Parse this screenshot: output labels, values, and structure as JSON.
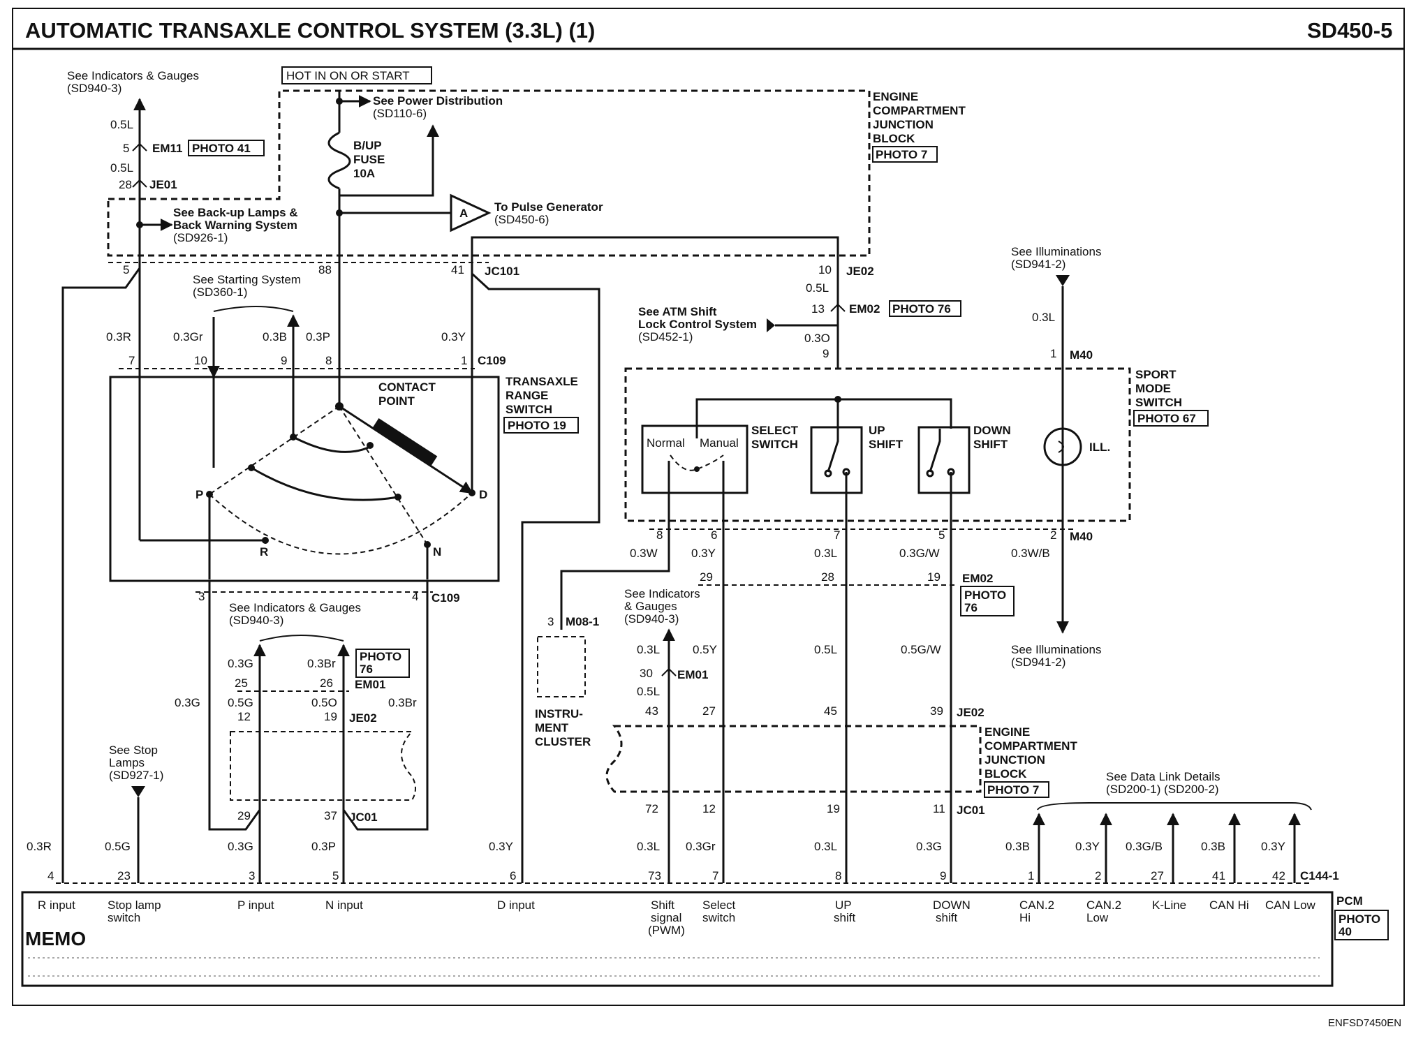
{
  "header": {
    "title": "AUTOMATIC TRANSAXLE CONTROL SYSTEM (3.3L) (1)",
    "page_code": "SD450-5"
  },
  "footer": {
    "code": "ENFSD7450EN"
  },
  "refs": {
    "ind_gauges_top": [
      "See Indicators & Gauges",
      "(SD940-3)"
    ],
    "hot_in": "HOT IN ON OR START",
    "power_dist": [
      "See Power Distribution",
      "(SD110-6)"
    ],
    "fuse": [
      "B/UP",
      "FUSE",
      "10A"
    ],
    "backup_lamps": [
      "See  Back-up Lamps &",
      "Back Warning System",
      "(SD926-1)"
    ],
    "pulse_gen": [
      "To Pulse Generator",
      "(SD450-6)"
    ],
    "pulse_marker": "A",
    "ecjb_top": [
      "ENGINE",
      "COMPARTMENT",
      "JUNCTION",
      "BLOCK"
    ],
    "starting": [
      "See Starting System",
      "(SD360-1)"
    ],
    "atm_lock": [
      "See ATM Shift",
      "Lock Control System",
      "(SD452-1)"
    ],
    "illum_top": [
      "See Illuminations",
      "(SD941-2)"
    ],
    "illum_bottom": [
      "See Illuminations",
      "(SD941-2)"
    ],
    "ind_gauges_mid": [
      "See Indicators & Gauges",
      "(SD940-3)"
    ],
    "ind_gauges_right": [
      "See Indicators",
      "& Gauges",
      "(SD940-3)"
    ],
    "stop_lamps": [
      "See Stop",
      "Lamps",
      "(SD927-1)"
    ],
    "data_link": [
      "See Data Link Details",
      "(SD200-1) (SD200-2)"
    ],
    "ecjb_bottom": [
      "ENGINE",
      "COMPARTMENT",
      "JUNCTION",
      "BLOCK"
    ]
  },
  "components": {
    "transaxle_range": [
      "TRANSAXLE",
      "RANGE",
      "SWITCH"
    ],
    "contact_point": [
      "CONTACT",
      "POINT"
    ],
    "range_letters": [
      "P",
      "R",
      "N",
      "D"
    ],
    "sport_mode": [
      "SPORT",
      "MODE",
      "SWITCH"
    ],
    "select_switch": [
      "SELECT",
      "SWITCH"
    ],
    "normal": "Normal",
    "manual": "Manual",
    "up_shift": [
      "UP",
      "SHIFT"
    ],
    "down_shift": [
      "DOWN",
      "SHIFT"
    ],
    "ill": "ILL.",
    "instrument_cluster": [
      "INSTRU-",
      "MENT",
      "CLUSTER"
    ],
    "pcm": "PCM",
    "memo": "MEMO"
  },
  "photos": {
    "em11": "PHOTO 41",
    "ecjb_top": "PHOTO 7",
    "em02_top": "PHOTO 76",
    "transaxle": "PHOTO 19",
    "sport": "PHOTO 67",
    "em02_mid": [
      "PHOTO",
      "76"
    ],
    "em01": [
      "PHOTO",
      "76"
    ],
    "ecjb_bottom": "PHOTO 7",
    "pcm": [
      "PHOTO",
      "40"
    ]
  },
  "connectors": {
    "em11": "EM11",
    "je01": "JE01",
    "jc101": "JC101",
    "c109": "C109",
    "je02": "JE02",
    "em02": "EM02",
    "m40": "M40",
    "m08": "M08-1",
    "em01": "EM01",
    "jc01": "JC01",
    "c144": "C144-1"
  },
  "wires": {
    "w05l_a": "0.5L",
    "w05l_b": "0.5L",
    "w03r_top": "0.3R",
    "w03gr_top": "0.3Gr",
    "w03b_top": "0.3B",
    "w03p_top": "0.3P",
    "w03y_top": "0.3Y",
    "w05l_je02": "0.5L",
    "w03o": "0.3O",
    "w03l_ill": "0.3L",
    "w03w": "0.3W",
    "w03y_mid": "0.3Y",
    "w03l_mid": "0.3L",
    "w03gw": "0.3G/W",
    "w03wb": "0.3W/B",
    "w03l_em01": "0.3L",
    "w05y": "0.5Y",
    "w05l_up": "0.5L",
    "w05gw": "0.5G/W",
    "w05l_em01b": "0.5L",
    "w03g_a": "0.3G",
    "w03br_a": "0.3Br",
    "w03g_left": "0.3G",
    "w05g": "0.5G",
    "w05o": "0.5O",
    "w03br_right": "0.3Br",
    "b_03r": "0.3R",
    "b_05g": "0.5G",
    "b_03g": "0.3G",
    "b_03p": "0.3P",
    "b_03y": "0.3Y",
    "b_03l": "0.3L",
    "b_03gr": "0.3Gr",
    "b_03l2": "0.3L",
    "b_03g2": "0.3G",
    "b_03b": "0.3B",
    "b_03y2": "0.3Y",
    "b_03gb": "0.3G/B",
    "b_03b2": "0.3B",
    "b_03y3": "0.3Y"
  },
  "pins": {
    "p5_em11": "5",
    "p28": "28",
    "p5_top": "5",
    "p88": "88",
    "p41": "41",
    "p7": "7",
    "p10": "10",
    "p9": "9",
    "p8": "8",
    "p1": "1",
    "p3": "3",
    "p4": "4",
    "p10_je02": "10",
    "p13": "13",
    "p9_sw": "9",
    "p1_m40": "1",
    "p8_s": "8",
    "p6_s": "6",
    "p7_s": "7",
    "p5_s": "5",
    "p2_m40": "2",
    "p29": "29",
    "p28_b": "28",
    "p19": "19",
    "p3_m08": "3",
    "p30": "30",
    "p25": "25",
    "p26": "26",
    "p12": "12",
    "p19_je02": "19",
    "p43": "43",
    "p27": "27",
    "p45": "45",
    "p39": "39",
    "p72": "72",
    "p12_b": "12",
    "p19_b": "19",
    "p11": "11",
    "p29_jc01": "29",
    "p37": "37"
  },
  "pcm_pins": [
    "4",
    "23",
    "3",
    "5",
    "6",
    "73",
    "7",
    "8",
    "9",
    "1",
    "2",
    "27",
    "41",
    "42"
  ],
  "pcm_labels": {
    "r_input": "R input",
    "stop_lamp": [
      "Stop lamp",
      "switch"
    ],
    "p_input": "P input",
    "n_input": "N input",
    "d_input": "D input",
    "shift_signal": [
      "Shift",
      "signal",
      "(PWM)"
    ],
    "select": [
      "Select",
      "switch"
    ],
    "up": [
      "UP",
      "shift"
    ],
    "down": [
      "DOWN",
      "shift"
    ],
    "can2hi": [
      "CAN.2",
      "Hi"
    ],
    "can2low": [
      "CAN.2",
      "Low"
    ],
    "kline": "K-Line",
    "canhi": "CAN Hi",
    "canlow": "CAN Low"
  }
}
